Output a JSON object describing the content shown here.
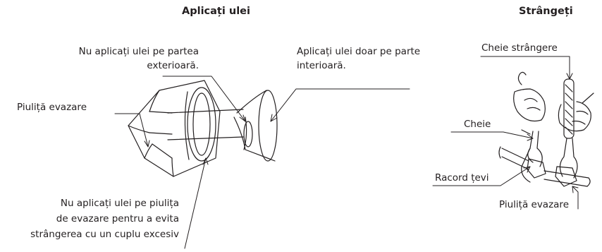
{
  "headings": {
    "apply_oil": "Aplicați ulei",
    "tighten": "Strângeți"
  },
  "labels": {
    "no_oil_outside_1": "Nu aplicați ulei pe partea",
    "no_oil_outside_2": "exterioară.",
    "oil_inside_1": "Aplicați ulei doar pe parte",
    "oil_inside_2": "interioară.",
    "flare_nut_left": "Piuliță evazare",
    "no_oil_nut_1": "Nu aplicați ulei pe piulița",
    "no_oil_nut_2": "de evazare pentru a evita",
    "no_oil_nut_3": "strângerea cu un cuplu excesiv",
    "torque_wrench": "Cheie strângere",
    "spanner": "Cheie",
    "pipe_union": "Racord țevi",
    "flare_nut_right": "Piuliță evazare"
  }
}
